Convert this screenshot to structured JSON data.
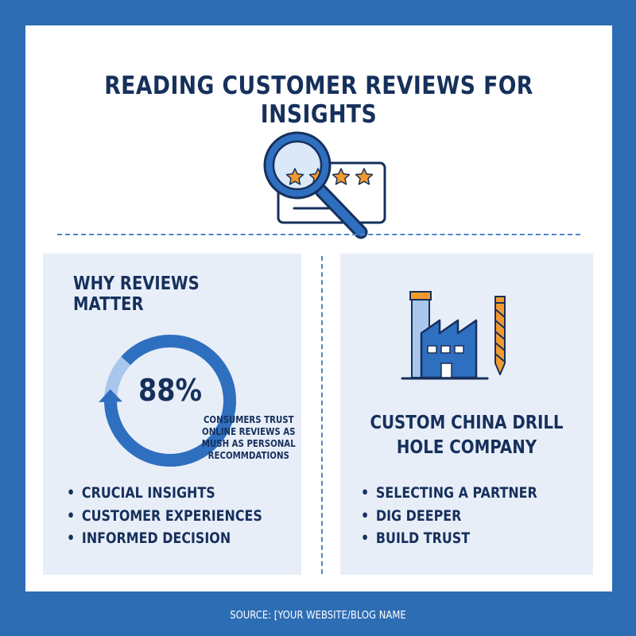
{
  "title": "READING CUSTOMER REVIEWS FOR INSIGHTS",
  "icons": {
    "hero": "magnifier-over-star-rating-icon",
    "factory": "factory-icon",
    "drill": "drill-bit-icon"
  },
  "colors": {
    "background": "#2d6db4",
    "navy": "#16305c",
    "accent_blue": "#2f6fbf",
    "light_blue": "#a9c7ec",
    "orange": "#f39a2e",
    "panel": "#e8eef8"
  },
  "left_panel": {
    "title": "WHY REVIEWS MATTER",
    "stat": {
      "value": "88%",
      "fraction": 0.88,
      "caption_lines": [
        "CONSUMERS TRUST",
        "ONLINE REVIEWS AS",
        "MUSH AS PERSONAL",
        "RECOMMDATIONS"
      ]
    },
    "bullets": [
      "CRUCIAL INSIGHTS",
      "CUSTOMER EXPERIENCES",
      "INFORMED DECISION"
    ]
  },
  "right_panel": {
    "title_lines": [
      "CUSTOM CHINA DRILL",
      "HOLE COMPANY"
    ],
    "bullets": [
      "SELECTING A PARTNER",
      "DIG DEEPER",
      "BUILD TRUST"
    ]
  },
  "footer": {
    "source": "SOURCE: [YOUR WEBSITE/BLOG NAME"
  }
}
